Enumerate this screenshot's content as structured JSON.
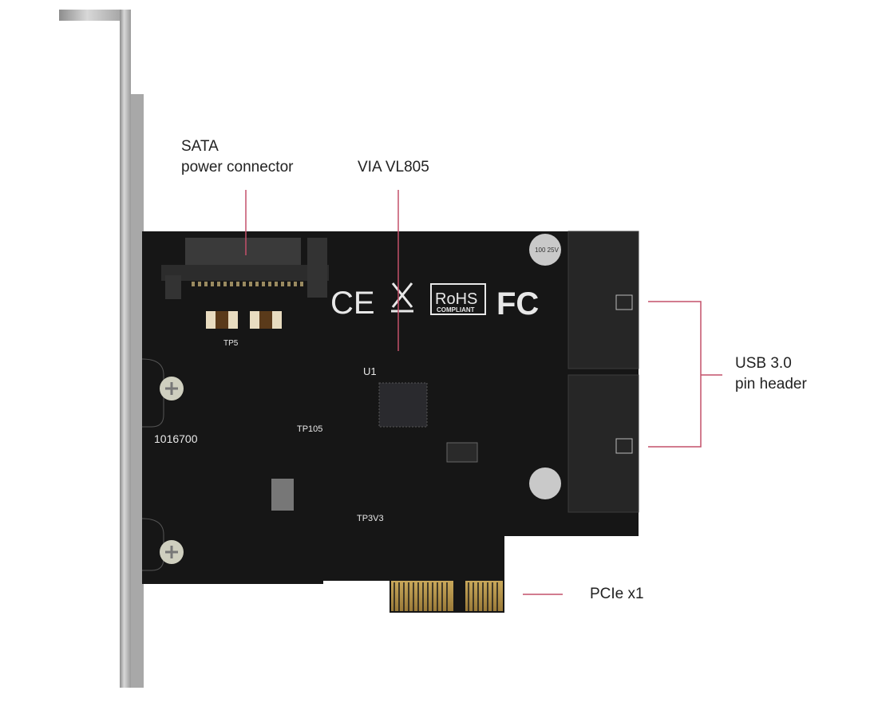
{
  "callouts": {
    "sata": {
      "line1": "SATA",
      "line2": "power connector"
    },
    "chip": "VIA VL805",
    "usb": {
      "line1": "USB 3.0",
      "line2": "pin header"
    },
    "pcie": "PCIe x1"
  },
  "board_markings": {
    "part_number": "1016700",
    "ce": "CE",
    "rohs": "RoHS",
    "rohs_sub": "COMPLIANT",
    "fcc": "FC",
    "u1": "U1",
    "tp5": "TP5",
    "tp105": "TP105",
    "tp3v3": "TP3V3",
    "cap_label": "100 25V"
  },
  "colors": {
    "callout_line": "#c4506a",
    "pcb": "#141414",
    "bracket": "#b9b9b9"
  }
}
